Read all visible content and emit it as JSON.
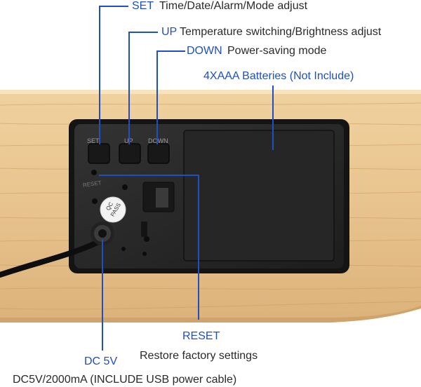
{
  "annotations": {
    "set": {
      "label": "SET",
      "desc": "Time/Date/Alarm/Mode adjust"
    },
    "up": {
      "label": "UP",
      "desc": "Temperature switching/Brightness adjust"
    },
    "down": {
      "label": "DOWN",
      "desc": "Power-saving mode"
    },
    "batteries": {
      "label": "4XAAA Batteries (Not Include)"
    },
    "reset": {
      "label": "RESET",
      "desc": "Restore factory settings"
    },
    "dc": {
      "label": "DC 5V",
      "desc": "DC5V/2000mA (INCLUDE USB power cable)"
    }
  },
  "panel": {
    "buttons": [
      "SET",
      "UP",
      "DOWN"
    ],
    "sticker": [
      "QC",
      "PASS"
    ],
    "reset_mark": "RESET"
  },
  "colors": {
    "annotation_blue": "#1f4fc2",
    "wood": "#e7c48d",
    "panel": "#2b2b2b"
  }
}
